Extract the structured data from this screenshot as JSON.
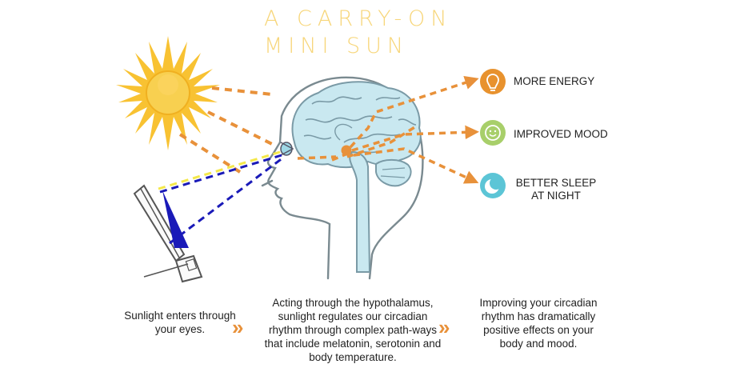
{
  "title": {
    "line1": "A CARRY-ON",
    "line2": "MINI SUN"
  },
  "benefits": [
    {
      "label": "MORE ENERGY",
      "icon": "lightbulb-icon",
      "color": "#e8922e"
    },
    {
      "label": "IMPROVED MOOD",
      "icon": "smiley-face-icon",
      "color": "#a8cf6a"
    },
    {
      "label": "BETTER SLEEP\nAT NIGHT",
      "icon": "crescent-moon-icon",
      "color": "#5cc5d6"
    }
  ],
  "captions": {
    "step1": "Sunlight enters through your eyes.",
    "step2": "Acting through the hypothalamus, sunlight regulates our circadian rhythm through complex path-ways that include melatonin, serotonin and body temperature.",
    "step3": "Improving your circadian rhythm has dramatically positive effects on your body and mood.",
    "separator": "»"
  },
  "colors": {
    "sun": "#f8c232",
    "arrows": "#e8913a",
    "title": "#f7d67a",
    "brain": "#c9e8f0",
    "brain_outline": "#7a9aa6",
    "light_beam_blue": "#1a1ab8",
    "light_beam_yellow": "#f4e84a"
  }
}
